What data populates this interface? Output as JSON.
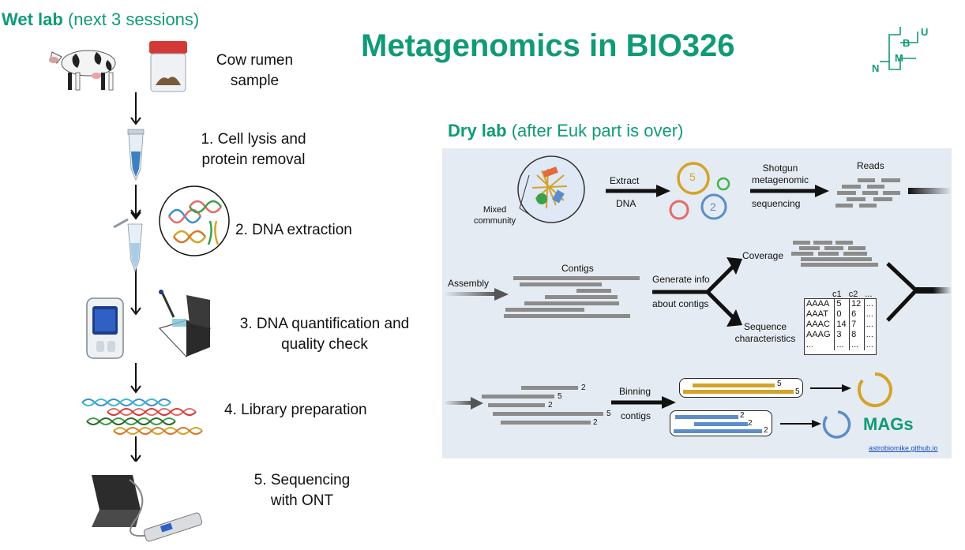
{
  "title": "Metagenomics in BIO326",
  "wet_lab": {
    "heading_bold": "Wet lab",
    "heading_rest": "(next 3 sessions)",
    "sample_line1": "Cow rumen",
    "sample_line2": "sample",
    "steps": [
      {
        "line1": "1. Cell lysis and",
        "line2": "protein removal"
      },
      {
        "line1": "2. DNA extraction",
        "line2": ""
      },
      {
        "line1": "3. DNA quantification and",
        "line2": "quality check"
      },
      {
        "line1": "4. Library preparation",
        "line2": ""
      },
      {
        "line1": "5. Sequencing",
        "line2": "with ONT"
      }
    ]
  },
  "logo": {
    "letters": [
      "N",
      "M",
      "B",
      "U"
    ]
  },
  "dry_lab": {
    "heading_bold": "Dry lab",
    "heading_rest": "(after Euk part is over)",
    "row1": {
      "community_line1": "Mixed",
      "community_line2": "community",
      "extract_top": "Extract",
      "extract_bottom": "DNA",
      "circle_5": "5",
      "circle_2": "2",
      "seq_line1": "Shotgun",
      "seq_line2": "metagenomic",
      "seq_line3": "sequencing",
      "reads": "Reads"
    },
    "row2": {
      "assembly": "Assembly",
      "contigs": "Contigs",
      "gen_line1": "Generate info",
      "gen_line2": "about contigs",
      "coverage": "Coverage",
      "seqchar_line1": "Sequence",
      "seqchar_line2": "characteristics",
      "table_header": [
        "c1",
        "c2",
        "..."
      ],
      "table_rows": [
        [
          "AAAA",
          "5",
          "12",
          "..."
        ],
        [
          "AAAT",
          "0",
          "6",
          "..."
        ],
        [
          "AAAC",
          "14",
          "7",
          "..."
        ],
        [
          "AAAG",
          "3",
          "8",
          "..."
        ],
        [
          "...",
          "...",
          "...",
          "..."
        ]
      ]
    },
    "row3": {
      "contig_labels": [
        "2",
        "5",
        "2",
        "5",
        "2"
      ],
      "binning_line1": "Binning",
      "binning_line2": "contigs",
      "bin1_labels": [
        "5",
        "5"
      ],
      "bin2_labels": [
        "2",
        "2",
        "2"
      ],
      "mags": "MAGs",
      "credit": "astrobiomike.github.io"
    }
  },
  "colors": {
    "accent_green": "#109a78",
    "panel": "#e5ebf2",
    "gold": "#d4a32a",
    "blue": "#5b8dc9",
    "red": "#e46a6a",
    "green_circle": "#3cb54a"
  }
}
